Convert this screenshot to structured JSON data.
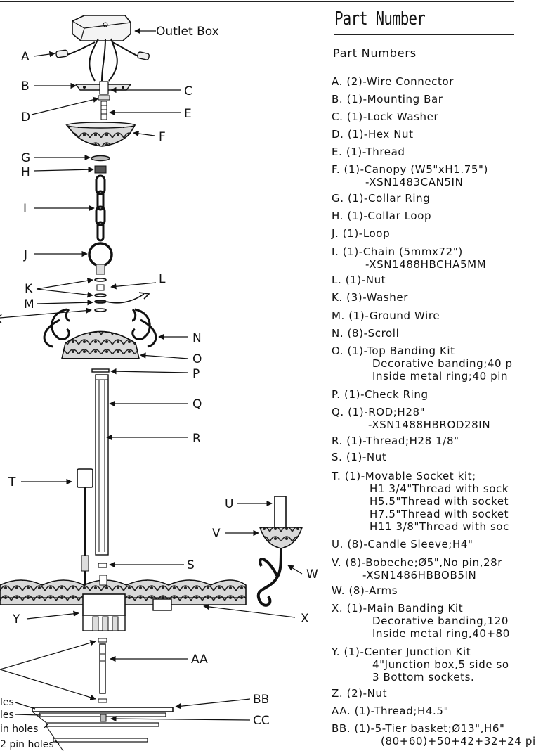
{
  "diagram": {
    "labels": {
      "outlet_box": "Outlet Box",
      "A": "A",
      "B": "B",
      "C": "C",
      "D": "D",
      "E": "E",
      "F": "F",
      "G": "G",
      "H": "H",
      "I": "I",
      "J": "J",
      "K": "K",
      "L": "L",
      "M": "M",
      "N": "N",
      "O": "O",
      "P": "P",
      "Q": "Q",
      "R": "R",
      "S": "S",
      "T": "T",
      "U": "U",
      "V": "V",
      "W": "W",
      "X": "X",
      "Y": "Y",
      "AA": "AA",
      "BB": "BB",
      "CC": "CC"
    },
    "cut_labels": [
      "les",
      "les",
      "in holes",
      "2 pin holes"
    ]
  },
  "panel": {
    "title": "Part Number",
    "subtitle": "Part Numbers",
    "parts": [
      {
        "text": "A. (2)-Wire Connector",
        "details": []
      },
      {
        "text": "B. (1)-Mounting Bar",
        "details": []
      },
      {
        "text": "C. (1)-Lock Washer",
        "details": []
      },
      {
        "text": "D. (1)-Hex Nut",
        "details": []
      },
      {
        "text": "E. (1)-Thread",
        "details": []
      },
      {
        "text": "F. (1)-Canopy (W5\"xH1.75\")",
        "details": [
          "-XSN1483CAN5IN"
        ]
      },
      {
        "text": "G. (1)-Collar Ring",
        "details": []
      },
      {
        "text": "H. (1)-Collar Loop",
        "details": []
      },
      {
        "text": "J. (1)-Loop",
        "details": []
      },
      {
        "text": "I. (1)-Chain (5mmx72\")",
        "details": [
          "-XSN1488HBCHA5MM"
        ]
      },
      {
        "text": "L. (1)-Nut",
        "details": []
      },
      {
        "text": "K. (3)-Washer",
        "details": []
      },
      {
        "text": "M. (1)-Ground Wire",
        "details": []
      },
      {
        "text": "N. (8)-Scroll",
        "details": []
      },
      {
        "text": "O. (1)-Top Banding Kit",
        "details": [
          "Decorative banding;40 p",
          "Inside metal ring;40 pin"
        ]
      },
      {
        "text": "P. (1)-Check Ring",
        "details": []
      },
      {
        "text": "Q. (1)-ROD;H28\"",
        "details": [
          "-XSN1488HBROD28IN"
        ]
      },
      {
        "text": "R. (1)-Thread;H28 1/8\"",
        "details": []
      },
      {
        "text": "S. (1)-Nut",
        "details": []
      },
      {
        "text": "T. (1)-Movable Socket kit;",
        "details": [
          "H1 3/4\"Thread with sock",
          "H5.5\"Thread with socket",
          "H7.5\"Thread with socket",
          "H11 3/8\"Thread with soc"
        ]
      },
      {
        "text": "U. (8)-Candle Sleeve;H4\"",
        "details": []
      },
      {
        "text": "V. (8)-Bobeche;Ø5\",No pin,28r",
        "details": [
          "-XSN1486HBBOB5IN"
        ]
      },
      {
        "text": "W. (8)-Arms",
        "details": []
      },
      {
        "text": "X. (1)-Main Banding Kit",
        "details": [
          "Decorative banding,120",
          "Inside metal ring,40+80"
        ]
      },
      {
        "text": "Y. (1)-Center Junction Kit",
        "details": [
          "4\"Junction box,5 side so",
          "3 Bottom sockets."
        ]
      },
      {
        "text": "Z. (2)-Nut",
        "details": []
      },
      {
        "text": "AA. (1)-Thread;H4.5\"",
        "details": []
      },
      {
        "text": "BB. (1)-5-Tier basket;Ø13\",H6\"",
        "details": [
          "(80+60)+50+42+32+24 pi"
        ]
      }
    ]
  }
}
